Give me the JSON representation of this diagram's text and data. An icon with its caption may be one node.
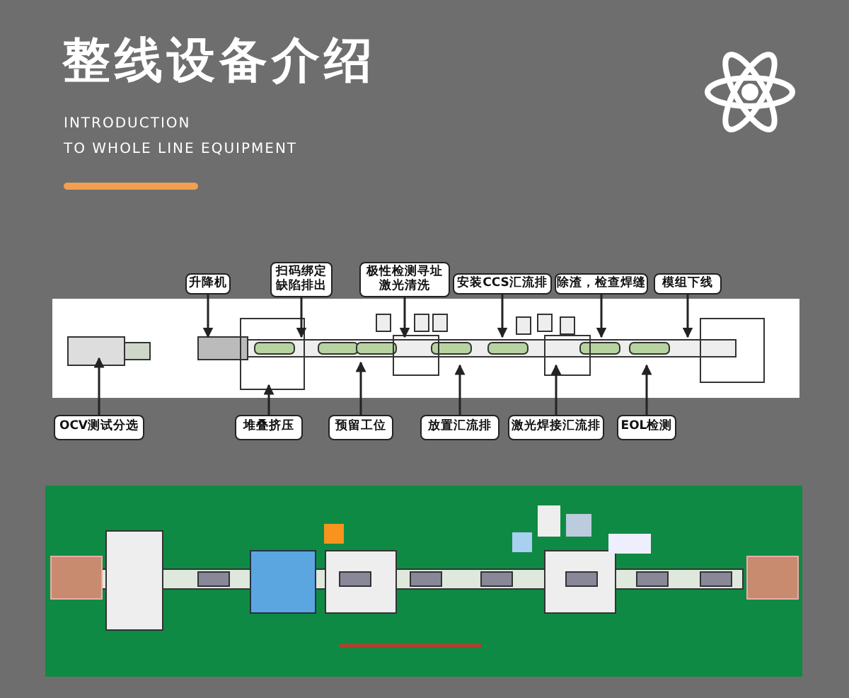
{
  "diagram": {
    "title": "整线设备介绍",
    "nodes": [
      {
        "text": [
          "升降机"
        ]
      },
      {
        "text": [
          "扫码绑定缺陷排出"
        ]
      },
      {
        "text": [
          "极性检测寻址激光清洗"
        ]
      },
      {
        "text": [
          "安装CCS汇流排"
        ]
      },
      {
        "text": [
          "除渣，检查焊缝"
        ]
      },
      {
        "text": [
          "模组下线"
        ]
      },
      {
        "text": [
          "OCV测试分选"
        ]
      },
      {
        "text": [
          "堆叠挤压"
        ]
      },
      {
        "text": [
          "预留工位"
        ]
      },
      {
        "text": [
          "放置汇流排"
        ]
      },
      {
        "text": [
          "激光焊接汇流排"
        ]
      },
      {
        "text": [
          "EOL检测"
        ]
      }
    ],
    "edges": [
      {
        "from": 0,
        "to": null,
        "arrow": "to"
      },
      {
        "from": 1,
        "to": null,
        "arrow": "to"
      },
      {
        "from": 2,
        "to": null,
        "arrow": "to"
      },
      {
        "from": 3,
        "to": null,
        "arrow": "to"
      },
      {
        "from": 4,
        "to": null,
        "arrow": "to"
      },
      {
        "from": 5,
        "to": null,
        "arrow": "to"
      },
      {
        "from": 6,
        "to": null,
        "arrow": "to"
      },
      {
        "from": 7,
        "to": null,
        "arrow": "to"
      },
      {
        "from": 8,
        "to": null,
        "arrow": "to"
      },
      {
        "from": 9,
        "to": null,
        "arrow": "to"
      },
      {
        "from": 10,
        "to": null,
        "arrow": "to"
      },
      {
        "from": 11,
        "to": null,
        "arrow": "to"
      }
    ],
    "labels": [
      "INTRODUCTION",
      "TO WHOLE LINE EQUIPMENT"
    ]
  }
}
